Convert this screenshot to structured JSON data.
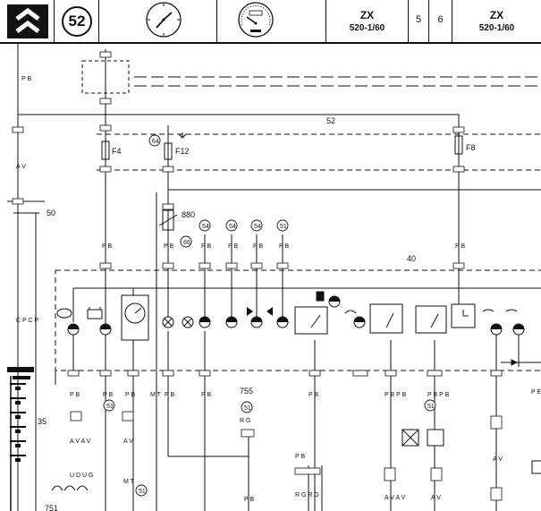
{
  "header": {
    "page_number": "52",
    "model_left": "ZX",
    "code_left": "520-1/60",
    "number_5": "5",
    "number_6": "6",
    "model_right": "ZX",
    "code_right": "520-1/60"
  },
  "diagram": {
    "colors": {
      "ink": "#111111",
      "paper": "#ffffff"
    },
    "labels": {
      "bus_52": "52",
      "fuse_f4": "F4",
      "fuse_f12": "F12",
      "fuse_f8": "F8",
      "panel_40": "40",
      "label_50": "50",
      "label_35": "35",
      "label_880": "880",
      "label_755": "755",
      "label_751": "751"
    },
    "wire_codes": {
      "pb": "P B",
      "av": "A V",
      "cp": "C P C P",
      "mt": "M T",
      "rg": "R G",
      "rgrg": "R G R G",
      "pbpb": "P B P B",
      "udug": "U D U G",
      "avav": "A V A V",
      "pe": "P E",
      "mt_short": "M T",
      "pbpbpb": "P B P B"
    },
    "circle_refs": {
      "c64": "64",
      "c54a": "54",
      "c54b": "54",
      "c54c": "54",
      "c51": "51",
      "c53": "53",
      "c51b": "51",
      "c51c": "51",
      "c51d": "51",
      "c66": "66"
    }
  }
}
